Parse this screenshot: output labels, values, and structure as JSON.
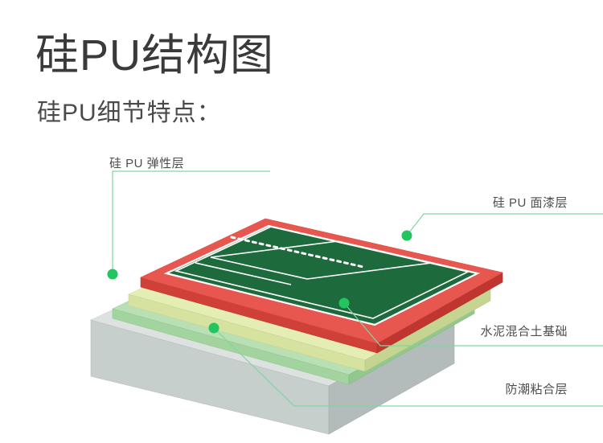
{
  "page": {
    "title": "硅PU结构图",
    "subtitle": "硅PU细节特点："
  },
  "colors": {
    "accent_green": "#22c55e",
    "leader_line": "#7fd6a0",
    "topcoat_red": "#e8574f",
    "topcoat_red_side": "#d9463f",
    "court_green": "#1d6b3c",
    "court_line": "#ffffff",
    "elastic_top": "#e4edb4",
    "elastic_side": "#d6e2a0",
    "adhesive_top": "#b8e0b4",
    "adhesive_side": "#a0d3a0",
    "concrete_top": "#dde2e0",
    "concrete_front": "#b9c2c0",
    "concrete_left": "#c9d0ce",
    "text_dark": "#3a3a3a",
    "text_label": "#4d4d4d"
  },
  "diagram": {
    "name": "silicon-pu-court-layer-structure",
    "layers": [
      {
        "id": "topcoat",
        "label": "硅 PU 面漆层",
        "color": "#e8574f"
      },
      {
        "id": "elastic",
        "label": "硅 PU 弹性层",
        "color": "#e4edb4"
      },
      {
        "id": "adhesive",
        "label": "防潮粘合层",
        "color": "#b8e0b4"
      },
      {
        "id": "concrete",
        "label": "水泥混合土基础",
        "color": "#dde2e0"
      }
    ],
    "callouts": [
      {
        "id": "elastic",
        "label": "硅 PU 弹性层",
        "position": "top-left"
      },
      {
        "id": "topcoat",
        "label": "硅 PU 面漆层",
        "position": "top-right"
      },
      {
        "id": "concrete",
        "label": "水泥混合土基础",
        "position": "bottom-right"
      },
      {
        "id": "adhesive",
        "label": "防潮粘合层",
        "position": "bottom-right"
      }
    ],
    "court": {
      "surface": "tennis-court",
      "surround_color": "#e8574f",
      "play_color": "#1d6b3c",
      "line_color": "#ffffff",
      "net_style": "dashed"
    }
  }
}
